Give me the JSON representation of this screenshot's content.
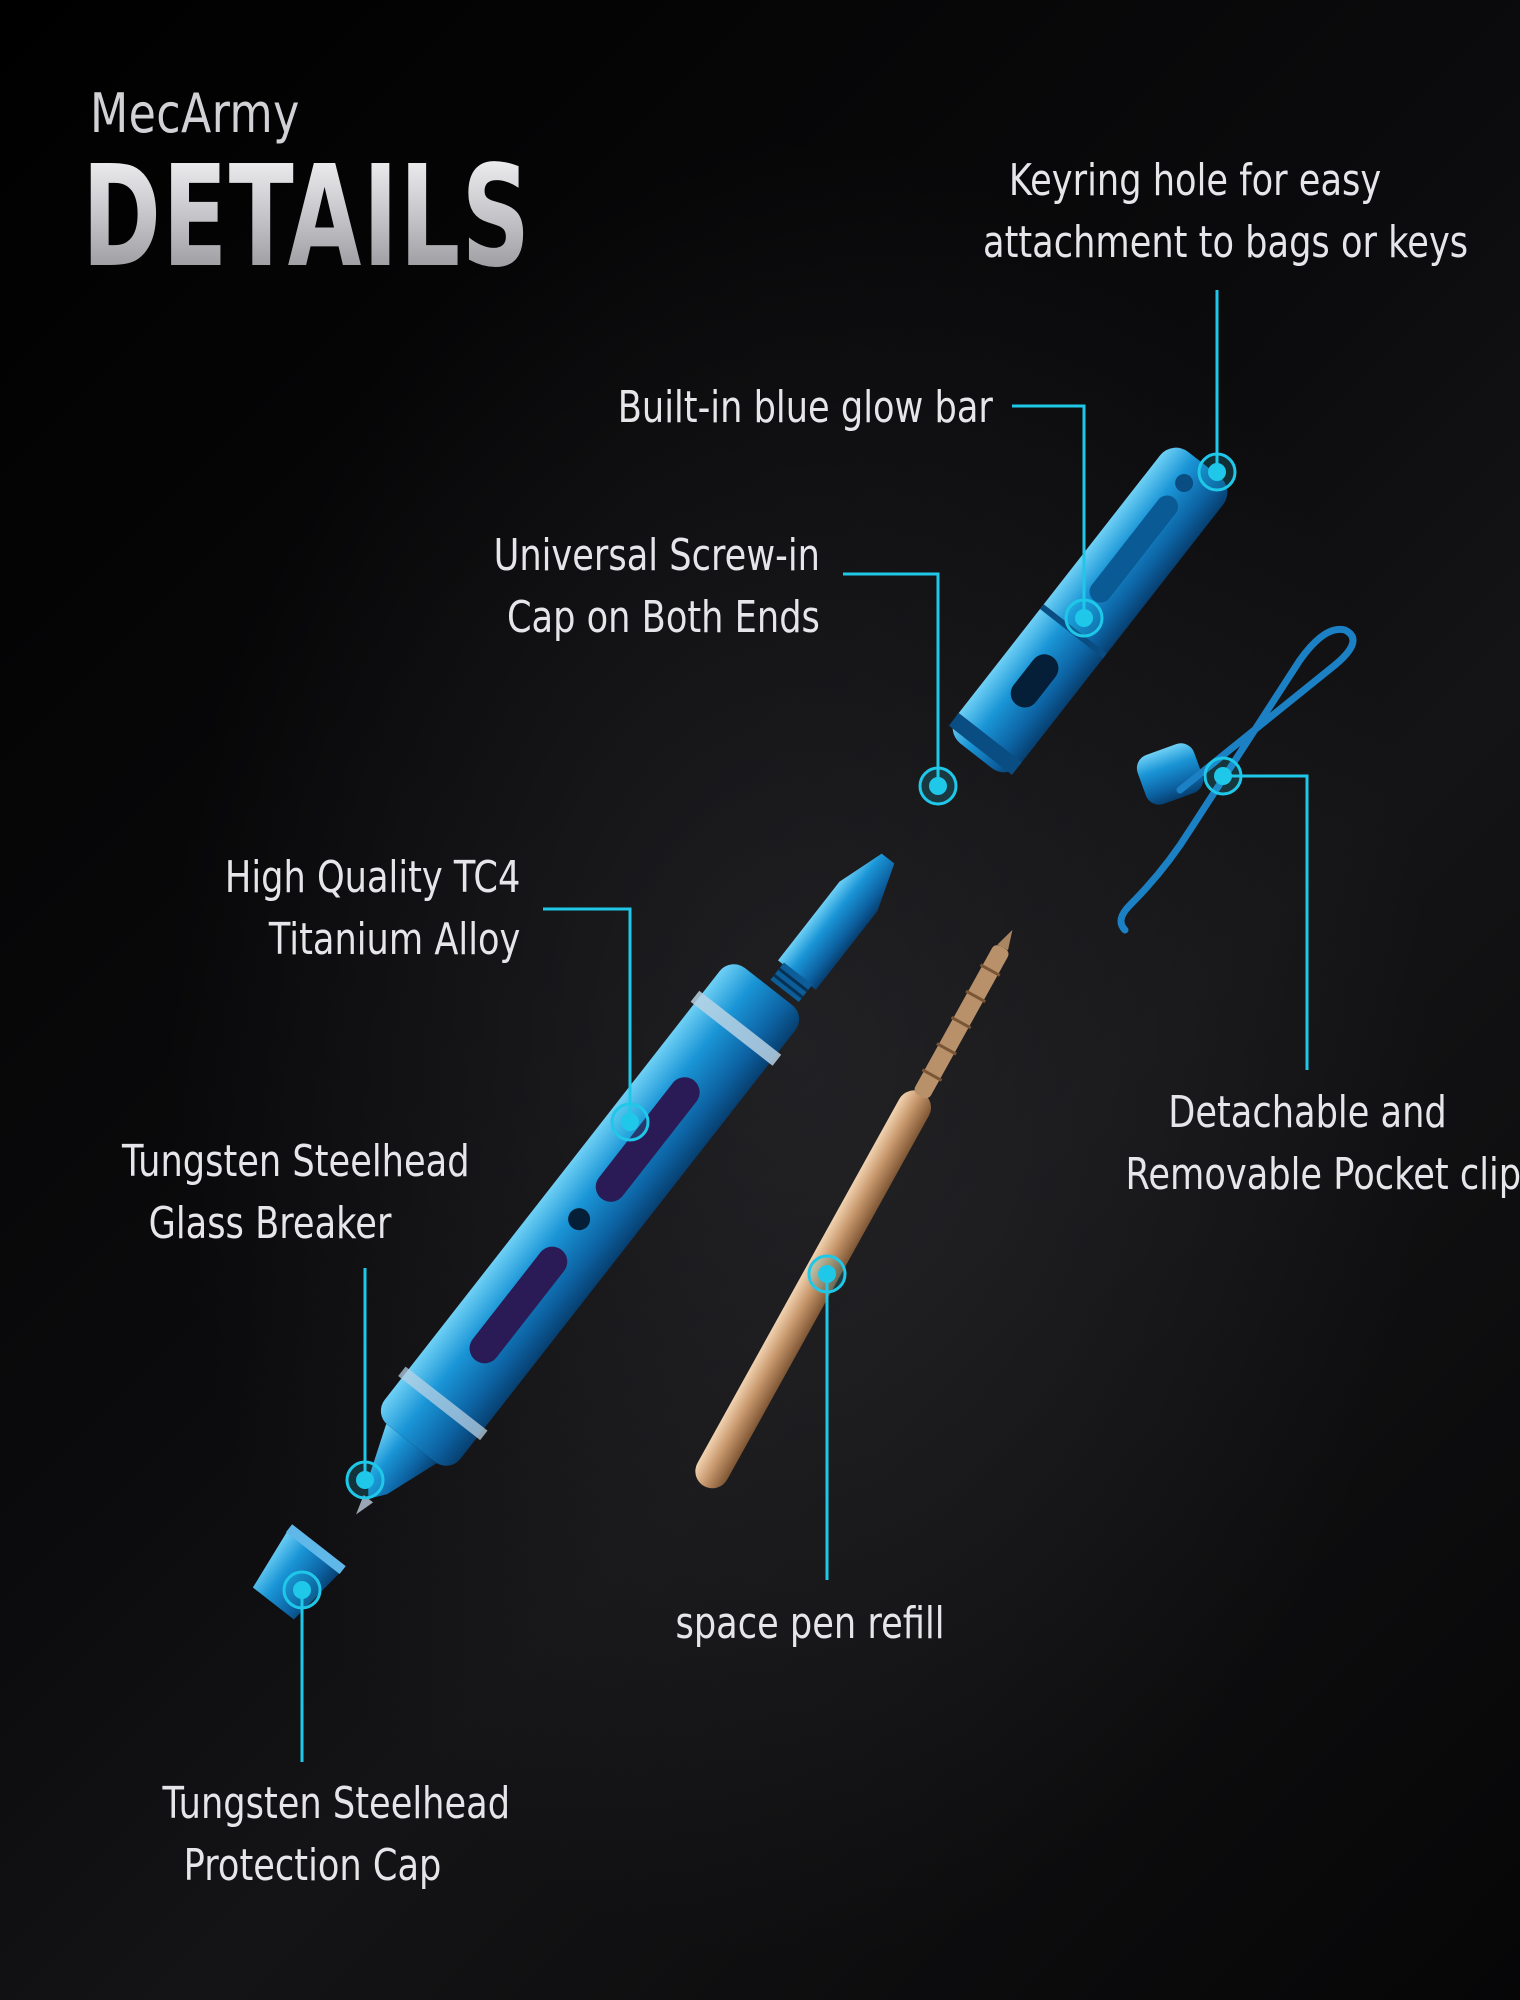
{
  "brand": "MecArmy",
  "title": "DETAILS",
  "colors": {
    "accent": "#1fc8e8",
    "pen_body": "#1787c9",
    "refill": "#c9996e",
    "label_text": "#e6e6ea"
  },
  "callouts": {
    "keyring": {
      "line1": "Keyring hole for easy",
      "line2": "attachment to bags or keys"
    },
    "glow_bar": {
      "line1": "Built-in blue glow bar"
    },
    "screw_cap": {
      "line1": "Universal Screw-in",
      "line2": "Cap on Both Ends"
    },
    "pocket_clip": {
      "line1": "Detachable and",
      "line2": "Removable Pocket clip"
    },
    "titanium": {
      "line1": "High Quality TC4",
      "line2": "Titanium Alloy"
    },
    "glass_breaker": {
      "line1": "Tungsten Steelhead",
      "line2": "Glass Breaker"
    },
    "refill": {
      "line1": "space pen refill"
    },
    "protection_cap": {
      "line1": "Tungsten Steelhead",
      "line2": "Protection Cap"
    }
  }
}
